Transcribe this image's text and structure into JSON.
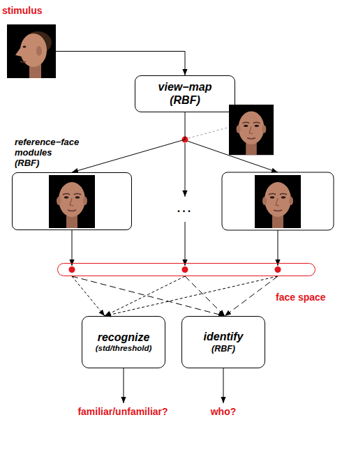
{
  "diagram": {
    "nodes": [
      {
        "text": [
          "stimulus"
        ]
      },
      {
        "text": [
          "view−map",
          "(RBF)"
        ]
      },
      {
        "text": [
          "reference−face modules (RBF)"
        ]
      },
      {
        "text": [
          "face space"
        ]
      },
      {
        "text": [
          "recognize",
          "(std/threshold)"
        ]
      },
      {
        "text": [
          "identify",
          "(RBF)"
        ]
      },
      {
        "text": [
          "familiar/unfamiliar?"
        ]
      },
      {
        "text": [
          "who?"
        ]
      }
    ],
    "edges": [
      {
        "from": 0,
        "to": 1,
        "arrow": "to"
      },
      {
        "from": 1,
        "to": 2,
        "arrow": "to"
      },
      {
        "from": 2,
        "to": 3,
        "arrow": "to"
      },
      {
        "from": 3,
        "to": 4,
        "arrow": "to"
      },
      {
        "from": 3,
        "to": 5,
        "arrow": "to"
      },
      {
        "from": 4,
        "to": 6,
        "arrow": "to"
      },
      {
        "from": 5,
        "to": 7,
        "arrow": "to"
      }
    ],
    "labels": [
      "..."
    ]
  }
}
